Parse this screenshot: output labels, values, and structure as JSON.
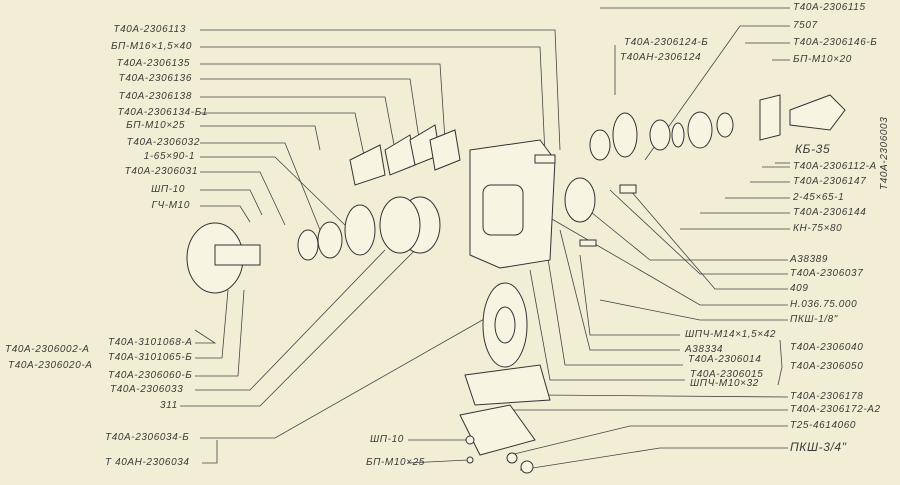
{
  "left_labels": [
    "Т40А-2306113",
    "БП-М16×1,5×40",
    "Т40А-2306135",
    "Т40А-2306136",
    "Т40А-2306138",
    "Т40А-2306134-Б1",
    "БП-М10×25",
    "Т40А-2306032",
    "1-65×90-1",
    "Т40А-2306031",
    "ШП-10",
    "ГЧ-М10"
  ],
  "bottom_left_labels": [
    "Т40А-2306002-А",
    "Т40А-2306020-А",
    "Т40А-3101068-А",
    "Т40А-3101065-Б",
    "Т40А-2306060-Б",
    "Т40А-2306033",
    "311",
    "Т40А-2306034-Б",
    "Т 40АН-2306034"
  ],
  "bottom_mid_labels": [
    "ШП-10",
    "БП-М10×25"
  ],
  "top_right_labels": [
    "Т40А-2306115",
    "7507",
    "Т40А-2306146-Б",
    "БП-М10×20",
    "Т40А-2306124-Б",
    "Т40АН-2306124"
  ],
  "right_labels": [
    "КБ-35",
    "Т40А-2306112-А",
    "Т40А-2306147",
    "2-45×65-1",
    "Т40А-2306144",
    "КН-75×80",
    "Т40А-2306003"
  ],
  "lower_right_labels": [
    "А38389",
    "Т40А-2306037",
    "409",
    "Н.036.75.000",
    "ПКШ-1/8\"",
    "ШПЧ-М14×1,5×42",
    "А38334",
    "Т40А-2306014",
    "Т40А-2306015",
    "ШПЧ-М10×32",
    "Т40А-2306040",
    "Т40А-2306050",
    "Т40А-2306178",
    "Т40А-2306172-А2",
    "Т25-4614060",
    "ПКШ-3/4\""
  ]
}
